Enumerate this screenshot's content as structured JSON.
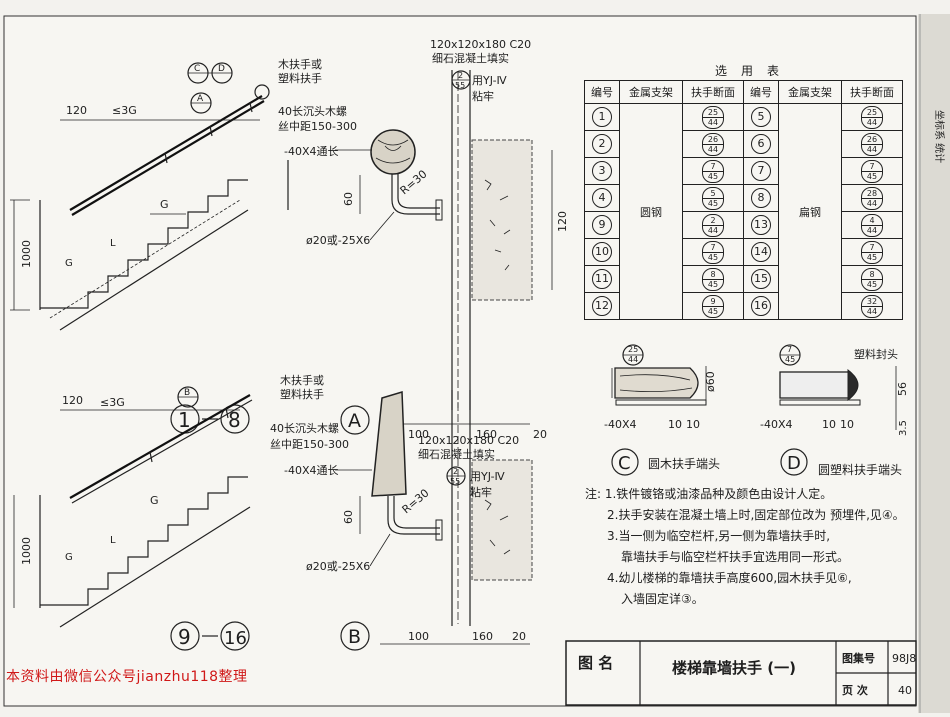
{
  "top_labels": {
    "conc_spec": "120x120x180 C20",
    "conc_fill": "细石混凝土填实",
    "detail_ref_top": "2",
    "detail_ref_bottom": "55",
    "adhesive": "用YJ-Ⅳ",
    "adhesive2": "粘牢",
    "rail_type_1": "木扶手或",
    "rail_type_2": "塑料扶手",
    "screw_1": "40长沉头木螺",
    "screw_2": "丝中距150-300",
    "flat_bar": "-40X4通长",
    "radius": "R=30",
    "bar_size": "ø20或-25X6",
    "dim_120": "120",
    "dim_3g": "≤3G",
    "dim_1000": "1000",
    "dim_60": "60",
    "dim_100": "100",
    "dim_160": "160",
    "dim_20": "20",
    "dim_g": "G",
    "dim_l": "L",
    "bubble_c": "C",
    "bubble_d": "D",
    "bubble_a": "A",
    "bubble_b": "B"
  },
  "section_labels": {
    "range_1_8_a": "1",
    "range_1_8_b": "8",
    "detail_a": "A",
    "range_9_16_a": "9",
    "range_9_16_b": "16",
    "detail_b": "B"
  },
  "selection_table": {
    "title": "选用表",
    "headers": [
      "编号",
      "金属支架",
      "扶手断面",
      "编号",
      "金属支架",
      "扶手断面"
    ],
    "left_support": "圆钢",
    "right_support": "扁钢",
    "rows": [
      {
        "n1": "1",
        "f1": [
          "25",
          "44"
        ],
        "n2": "5",
        "f2": [
          "25",
          "44"
        ]
      },
      {
        "n1": "2",
        "f1": [
          "26",
          "44"
        ],
        "n2": "6",
        "f2": [
          "26",
          "44"
        ]
      },
      {
        "n1": "3",
        "f1": [
          "7",
          "45"
        ],
        "n2": "7",
        "f2": [
          "7",
          "45"
        ]
      },
      {
        "n1": "4",
        "f1": [
          "5",
          "45"
        ],
        "n2": "8",
        "f2": [
          "28",
          "44"
        ]
      },
      {
        "n1": "9",
        "f1": [
          "2",
          "44"
        ],
        "n2": "13",
        "f2": [
          "4",
          "44"
        ]
      },
      {
        "n1": "10",
        "f1": [
          "7",
          "45"
        ],
        "n2": "14",
        "f2": [
          "7",
          "45"
        ]
      },
      {
        "n1": "11",
        "f1": [
          "8",
          "45"
        ],
        "n2": "15",
        "f2": [
          "8",
          "45"
        ]
      },
      {
        "n1": "12",
        "f1": [
          "9",
          "45"
        ],
        "n2": "16",
        "f2": [
          "32",
          "44"
        ]
      }
    ]
  },
  "end_details": {
    "c_ref": [
      "25",
      "44"
    ],
    "d_ref": [
      "7",
      "45"
    ],
    "dia60": "ø60",
    "flat_c": "-40X4",
    "flat_d": "-40X4",
    "d10a": "10",
    "d10b": "10",
    "end_cap": "塑料封头",
    "dim_56": "56",
    "dim_35": "3.5",
    "c_letter": "C",
    "c_title": "圆木扶手端头",
    "d_letter": "D",
    "d_title": "圆塑料扶手端头"
  },
  "notes": [
    "注: 1.铁件镀铬或油漆品种及颜色由设计人定。",
    "2.扶手安装在混凝土墙上时,固定部位改为 预埋件,见④。",
    "3.当一侧为临空栏杆,另一侧为靠墙扶手时,",
    "靠墙扶手与临空栏杆扶手宜选用同一形式。",
    "4.幼儿楼梯的靠墙扶手高度600,园木扶手见⑥,",
    "入墙固定详③。"
  ],
  "title_block": {
    "label": "图 名",
    "title": "楼梯靠墙扶手 (一)",
    "atlas_label": "图集号",
    "atlas_no": "98J8",
    "page_label": "页 次",
    "page_no": "40"
  },
  "watermark": "本资料由微信公众号jianzhu118整理",
  "right_edge_text": "坐标系 统计"
}
